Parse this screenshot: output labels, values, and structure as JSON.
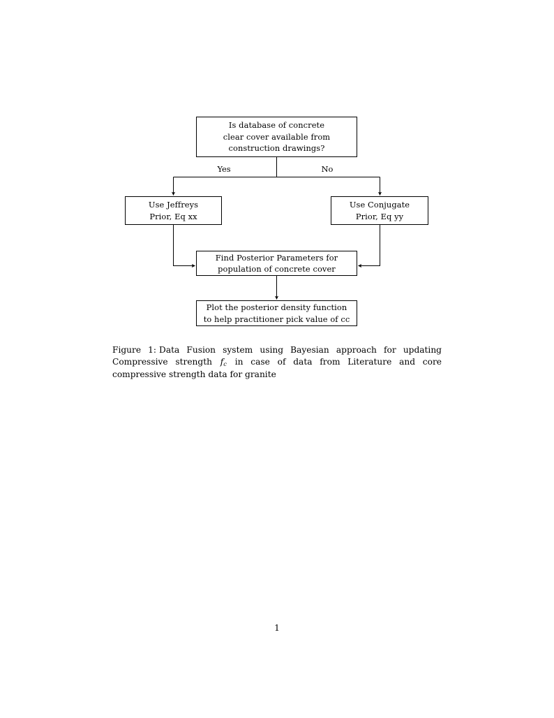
{
  "document": {
    "page_number": "1",
    "background_color": "#ffffff",
    "text_color": "#000000"
  },
  "figure": {
    "nodes": [
      {
        "id": "decision",
        "name": "decision-box",
        "lines": [
          "Is database of concrete",
          "clear cover available from",
          "construction drawings?"
        ]
      },
      {
        "id": "jeffreys",
        "name": "jeffreys-prior-box",
        "lines": [
          "Use Jeffreys",
          "Prior, Eq xx"
        ]
      },
      {
        "id": "conjugate",
        "name": "conjugate-prior-box",
        "lines": [
          "Use Conjugate",
          "Prior, Eq yy"
        ]
      },
      {
        "id": "posterior",
        "name": "find-posterior-box",
        "lines": [
          "Find Posterior Parameters for",
          "population of concrete cover"
        ]
      },
      {
        "id": "plot",
        "name": "plot-density-box",
        "lines": [
          "Plot the posterior density function",
          "to help practitioner pick value of cc"
        ]
      }
    ],
    "branch_labels": {
      "yes": "Yes",
      "no": "No"
    },
    "line_color": "#000000"
  },
  "caption": {
    "label": "Figure 1:",
    "text_part1": "Data Fusion system using Bayesian approach for updating Compressive strength",
    "math_symbol": "f",
    "math_subscript": "c",
    "text_part2": "in case of data from Literature and core compressive strength data for granite"
  }
}
